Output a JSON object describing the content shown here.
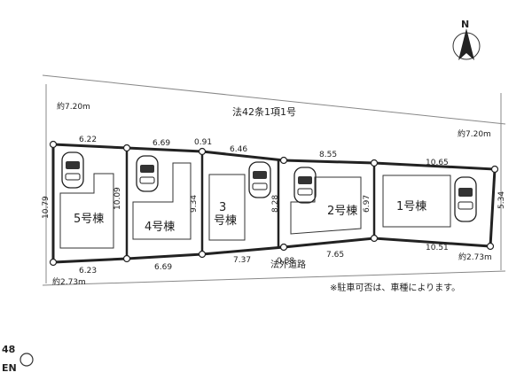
{
  "north": {
    "letter": "N"
  },
  "road_top": {
    "label": "法42条1項1号",
    "width_left": "約7.20m",
    "width_right": "約7.20m"
  },
  "road_bottom": {
    "label": "法外道路",
    "width_left": "約2.73m",
    "width_right": "約2.73m"
  },
  "note": "※駐車可否は、車種によります。",
  "lots": [
    {
      "name": "5号棟",
      "top": "6.22",
      "bottom": "6.23",
      "left": "10.79",
      "right": "10.09"
    },
    {
      "name": "4号棟",
      "top": "6.69",
      "bottom": "6.69",
      "right": "9.34"
    },
    {
      "name_top": "3",
      "name_bottom": "号棟",
      "top": "6.46",
      "bottom": "7.37",
      "right": "8.28",
      "top_gap": "0.91",
      "bottom_gap": "0.88"
    },
    {
      "name": "2号棟",
      "top": "8.55",
      "bottom": "7.65",
      "right": "6.97"
    },
    {
      "name": "1号棟",
      "top": "10.65",
      "bottom": "10.51",
      "right": "5.34"
    }
  ],
  "logo": {
    "line1": "48",
    "line2": "EN"
  }
}
